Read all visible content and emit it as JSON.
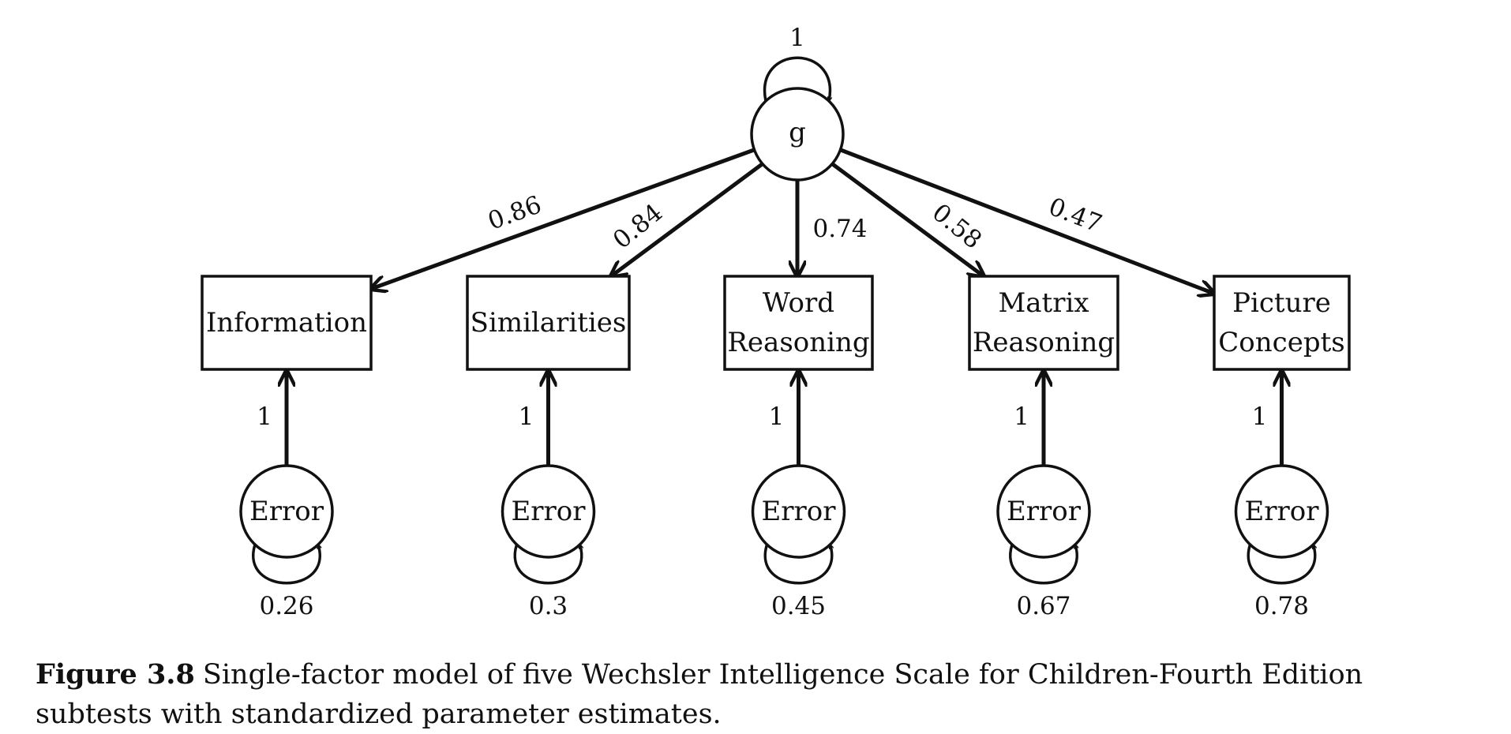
{
  "latent": {
    "label": "g",
    "variance": "1"
  },
  "indicators": [
    {
      "name": "information",
      "lines": [
        "Information"
      ],
      "loading": "0.86",
      "error_label": "Error",
      "error_path": "1",
      "error_variance": "0.26"
    },
    {
      "name": "similarities",
      "lines": [
        "Similarities"
      ],
      "loading": "0.84",
      "error_label": "Error",
      "error_path": "1",
      "error_variance": "0.3"
    },
    {
      "name": "word-reasoning",
      "lines": [
        "Word",
        "Reasoning"
      ],
      "loading": "0.74",
      "error_label": "Error",
      "error_path": "1",
      "error_variance": "0.45"
    },
    {
      "name": "matrix-reasoning",
      "lines": [
        "Matrix",
        "Reasoning"
      ],
      "loading": "0.58",
      "error_label": "Error",
      "error_path": "1",
      "error_variance": "0.67"
    },
    {
      "name": "picture-concepts",
      "lines": [
        "Picture",
        "Concepts"
      ],
      "loading": "0.47",
      "error_label": "Error",
      "error_path": "1",
      "error_variance": "0.78"
    }
  ],
  "caption": {
    "label": "Figure 3.8",
    "text": "Single-factor model of five Wechsler Intelligence Scale for Children-Fourth Edition subtests with standardized parameter estimates."
  }
}
